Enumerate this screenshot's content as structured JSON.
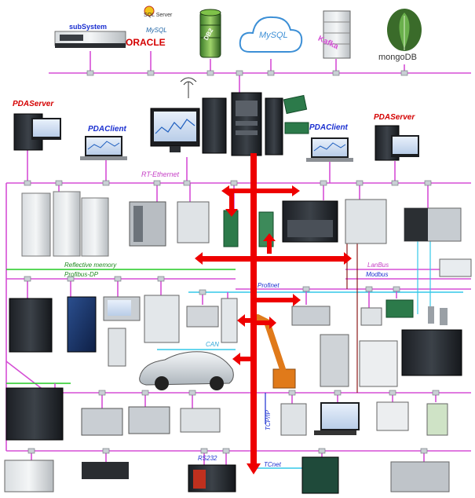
{
  "databases": {
    "subsystem": "subSystem",
    "sqlserver": "SQL Server",
    "mysql_small": "MySQL",
    "oracle": "ORACLE",
    "db2": "DB2",
    "mysql_cloud": "MySQL",
    "kafka": "Kafka",
    "mongodb": "mongoDB"
  },
  "nodes": {
    "pda_server_left": "PDAServer",
    "pda_client_left": "PDAClient",
    "pda_client_right": "PDAClient",
    "pda_server_right": "PDAServer"
  },
  "buses": {
    "rt_ethernet": "RT-Ethernet",
    "reflective_memory": "Reflective memory",
    "profibus": "Profibus-DP",
    "lanbus": "LanBus",
    "modbus": "Modbus",
    "profinet": "Profinet",
    "can": "CAN",
    "tcpip": "TCP/IP",
    "rs232": "RS232",
    "tcnet": "TCnet"
  },
  "colors": {
    "magenta_bus": "#d54fd5",
    "green_bus": "#22cc22",
    "cyan_bus": "#33c8e8",
    "arrow_red": "#ee0000",
    "label_red": "#d40000",
    "label_blue": "#1a2fd0"
  }
}
